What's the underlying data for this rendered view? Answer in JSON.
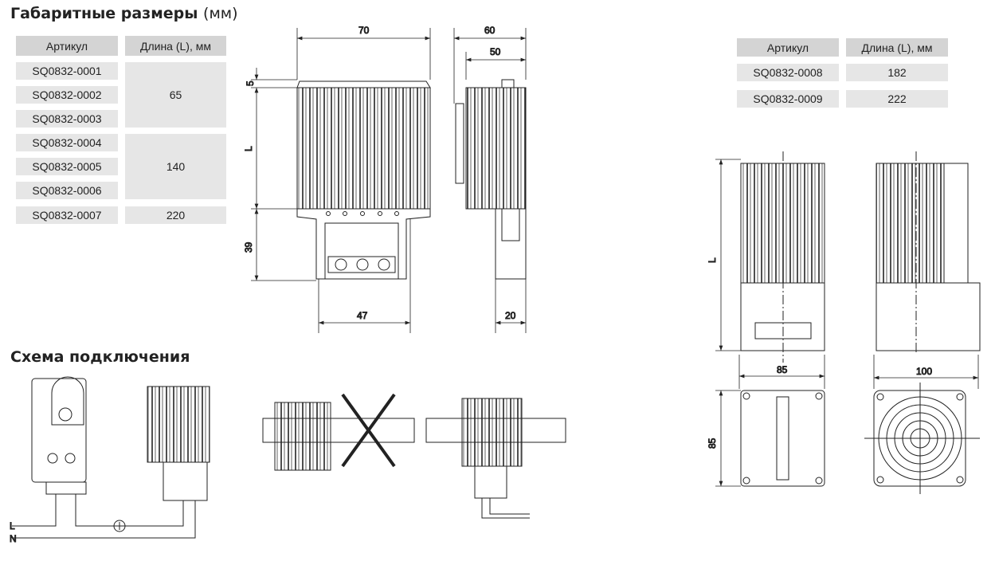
{
  "section1": {
    "title": "Габаритные размеры",
    "unit": "(мм)"
  },
  "table1": {
    "headers": [
      "Артикул",
      "Длина (L), мм"
    ],
    "rows": [
      "SQ0832-0001",
      "SQ0832-0002",
      "SQ0832-0003",
      "SQ0832-0004",
      "SQ0832-0005",
      "SQ0832-0006",
      "SQ0832-0007"
    ],
    "lengths": [
      "65",
      "140",
      "220"
    ]
  },
  "table2": {
    "headers": [
      "Артикул",
      "Длина (L), мм"
    ],
    "rows": [
      {
        "sku": "SQ0832-0008",
        "length": "182"
      },
      {
        "sku": "SQ0832-0009",
        "length": "222"
      }
    ]
  },
  "dims": {
    "front_width": "70",
    "side_width": "60",
    "side_inner": "50",
    "top": "5",
    "length": "L",
    "base_height": "39",
    "base_width": "47",
    "side_base": "20",
    "large_width": "85",
    "large_depth": "85",
    "large_side": "100",
    "large_length": "L"
  },
  "section2": {
    "title": "Схема подключения"
  },
  "wiring": {
    "l": "L",
    "n": "N"
  }
}
